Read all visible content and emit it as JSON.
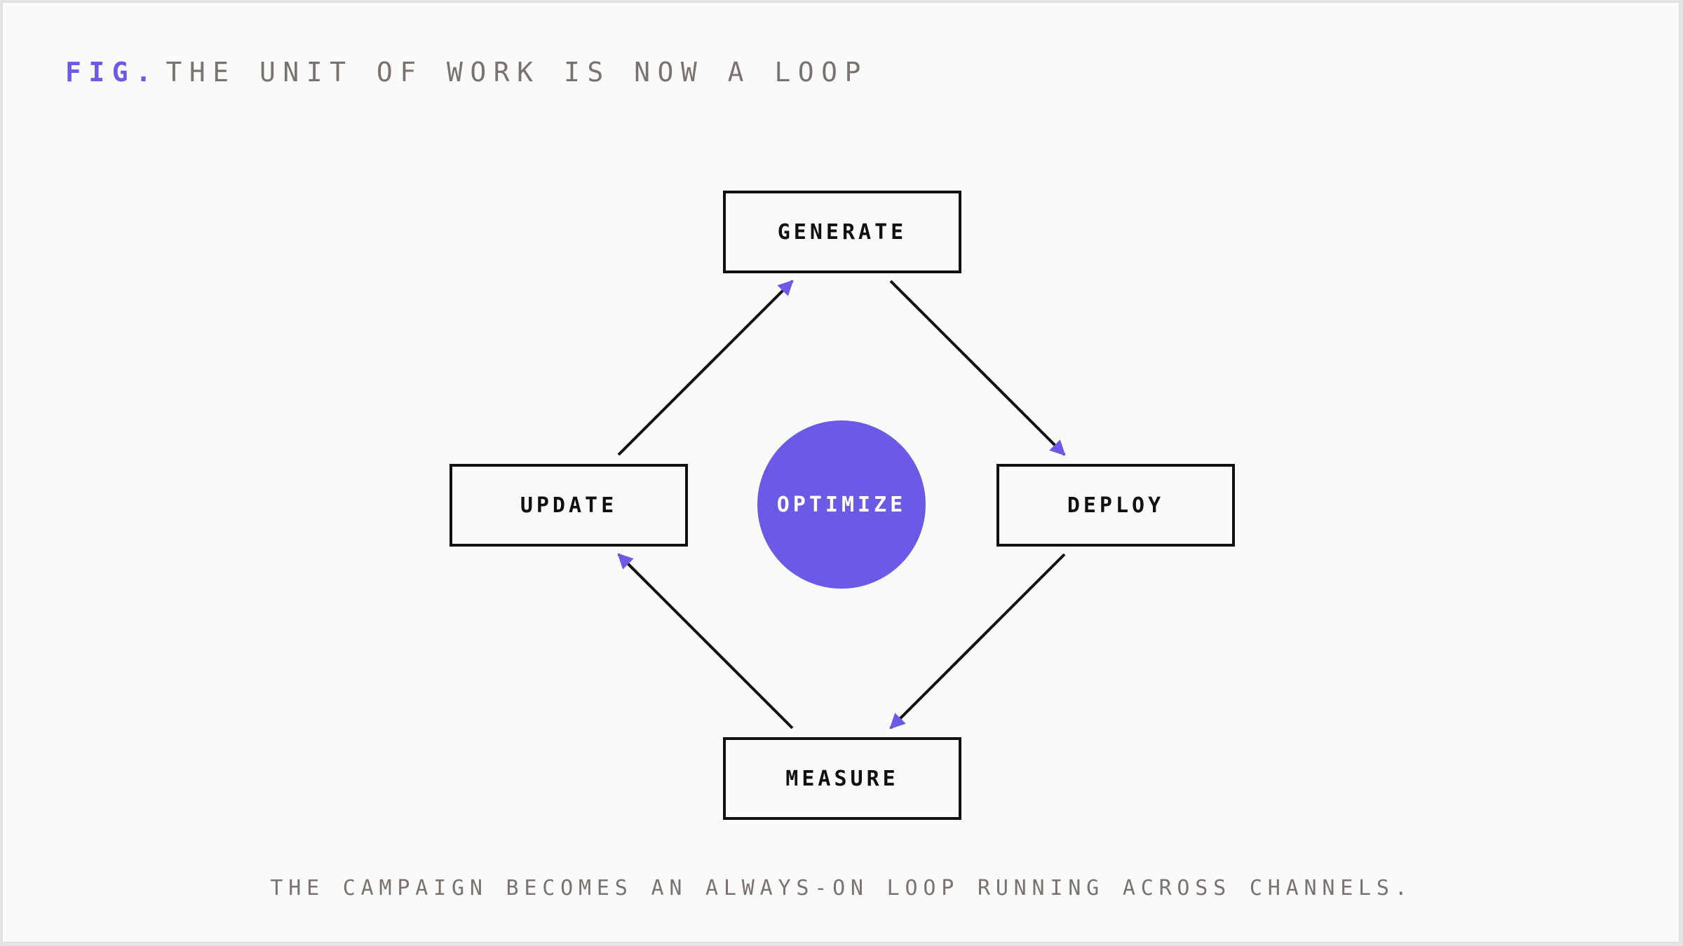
{
  "figure": {
    "tag": "FIG.",
    "title": "THE UNIT OF WORK IS NOW A LOOP"
  },
  "loop": {
    "nodes": {
      "generate": "GENERATE",
      "deploy": "DEPLOY",
      "measure": "MEASURE",
      "update": "UPDATE"
    },
    "hub": "OPTIMIZE"
  },
  "caption": "THE CAMPAIGN BECOMES AN ALWAYS-ON LOOP RUNNING ACROSS CHANNELS.",
  "colors": {
    "accent": "#6b5ae6",
    "ink": "#111111",
    "muted": "#78736e",
    "background": "#fafaf8"
  }
}
